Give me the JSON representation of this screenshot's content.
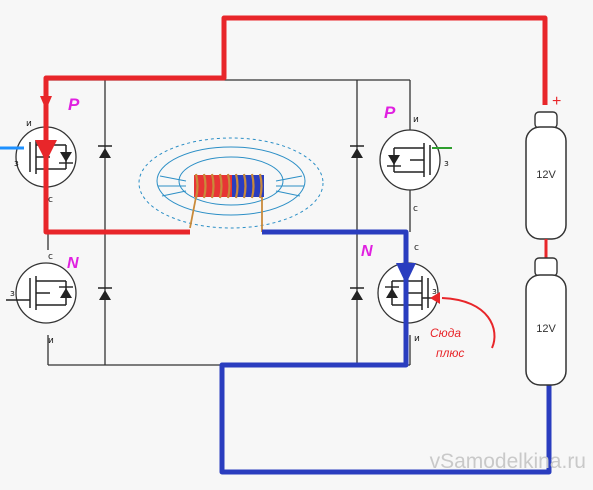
{
  "transistors": {
    "top_left_type": "P",
    "bottom_left_type": "N",
    "top_right_type": "P",
    "bottom_right_type": "N",
    "type_color_p": "#e020e0",
    "type_color_n": "#e020e0"
  },
  "pins": {
    "source": "и",
    "drain": "с",
    "gate": "з"
  },
  "batteries": {
    "top_label": "12V",
    "bottom_label": "12V",
    "plus_sign": "+"
  },
  "annotation": {
    "line1": "Сюда",
    "line2": "плюс"
  },
  "watermark": "vSamodelkina.ru",
  "colors": {
    "positive_path": "#e8262a",
    "negative_path": "#2a3dbf",
    "wire": "#333333",
    "gate_left": "#1e90ff",
    "gate_right": "#2e9e2e"
  }
}
